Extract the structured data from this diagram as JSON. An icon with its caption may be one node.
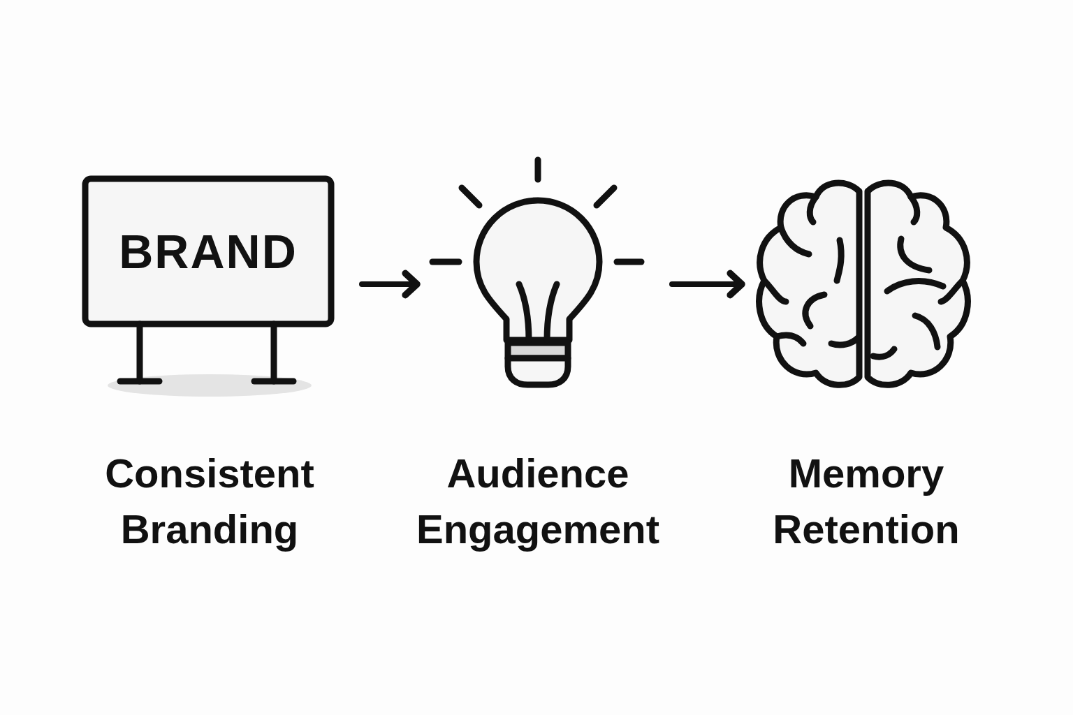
{
  "diagram": {
    "nodes": [
      {
        "text": [
          "BRAND"
        ],
        "beside": [
          "Consistent Branding"
        ]
      },
      {
        "text": [],
        "shape": "picture",
        "beside": [
          "Audience Engagement"
        ]
      },
      {
        "text": [],
        "shape": "picture",
        "beside": [
          "Memory Retention"
        ]
      }
    ],
    "edges": [
      {
        "from": 0,
        "to": 1,
        "arrow": "to"
      },
      {
        "from": 1,
        "to": 2,
        "arrow": "to"
      }
    ]
  }
}
